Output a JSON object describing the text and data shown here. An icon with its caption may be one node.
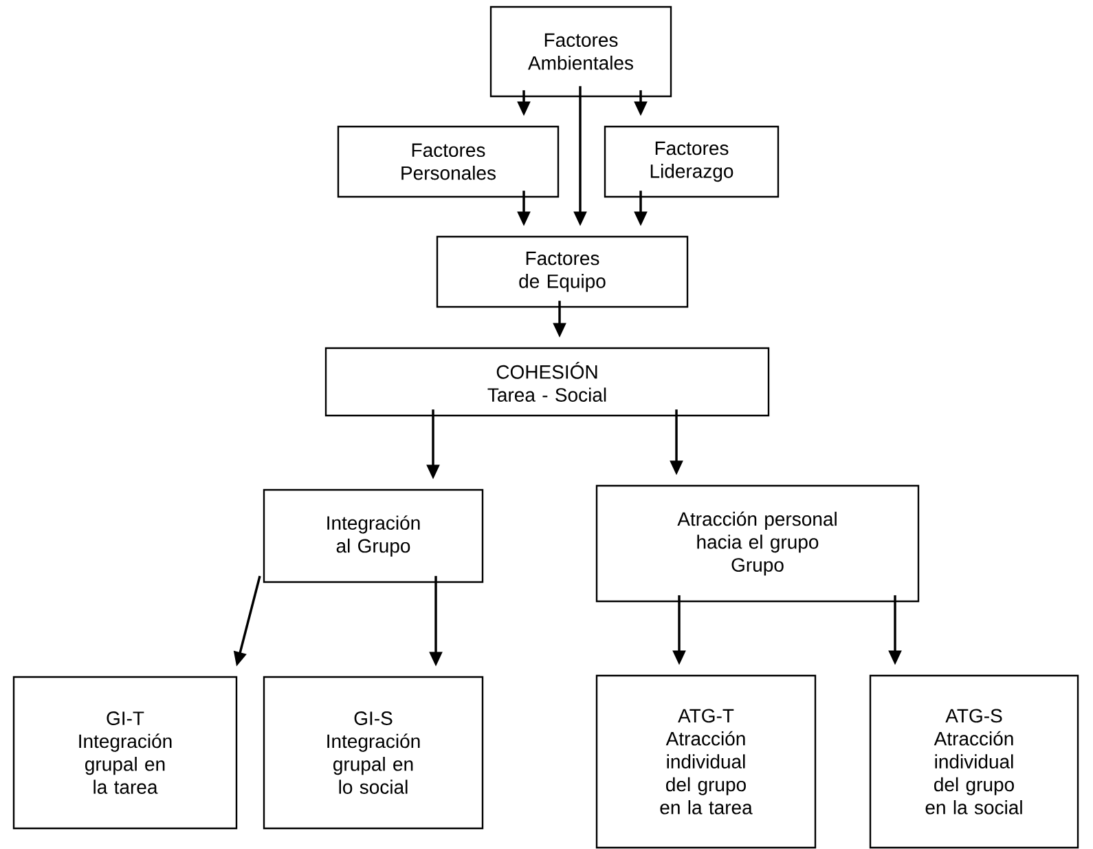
{
  "diagram": {
    "nodes": [
      {
        "text": [
          "Factores Ambientales"
        ]
      },
      {
        "text": [
          "Factores Personales"
        ]
      },
      {
        "text": [
          "Factores Liderazgo"
        ]
      },
      {
        "text": [
          "Factores de Equipo"
        ]
      },
      {
        "text": [
          "COHESIÓN",
          "Tarea - Social"
        ]
      },
      {
        "text": [
          "Integración al Grupo"
        ]
      },
      {
        "text": [
          "Atracción personal hacia el grupo",
          "Grupo"
        ]
      },
      {
        "text": [
          "GI-T",
          "Integración grupal en la tarea"
        ]
      },
      {
        "text": [
          "GI-S",
          "Integración grupal en lo social"
        ]
      },
      {
        "text": [
          "ATG-T",
          "Atracción individual del grupo en la tarea"
        ]
      },
      {
        "text": [
          "ATG-S",
          "Atracción individual del grupo en la social"
        ]
      }
    ],
    "edges": [
      {
        "from": 0,
        "to": 1,
        "arrow": "to"
      },
      {
        "from": 0,
        "to": 3,
        "arrow": "to"
      },
      {
        "from": 0,
        "to": 2,
        "arrow": "to"
      },
      {
        "from": 1,
        "to": 3,
        "arrow": "to"
      },
      {
        "from": 2,
        "to": 3,
        "arrow": "to"
      },
      {
        "from": 3,
        "to": 4,
        "arrow": "to"
      },
      {
        "from": 4,
        "to": 5,
        "arrow": "to"
      },
      {
        "from": 4,
        "to": 6,
        "arrow": "to"
      },
      {
        "from": 5,
        "to": 7,
        "arrow": "to"
      },
      {
        "from": 5,
        "to": 8,
        "arrow": "to"
      },
      {
        "from": 6,
        "to": 9,
        "arrow": "to"
      },
      {
        "from": 6,
        "to": 10,
        "arrow": "to"
      }
    ]
  }
}
